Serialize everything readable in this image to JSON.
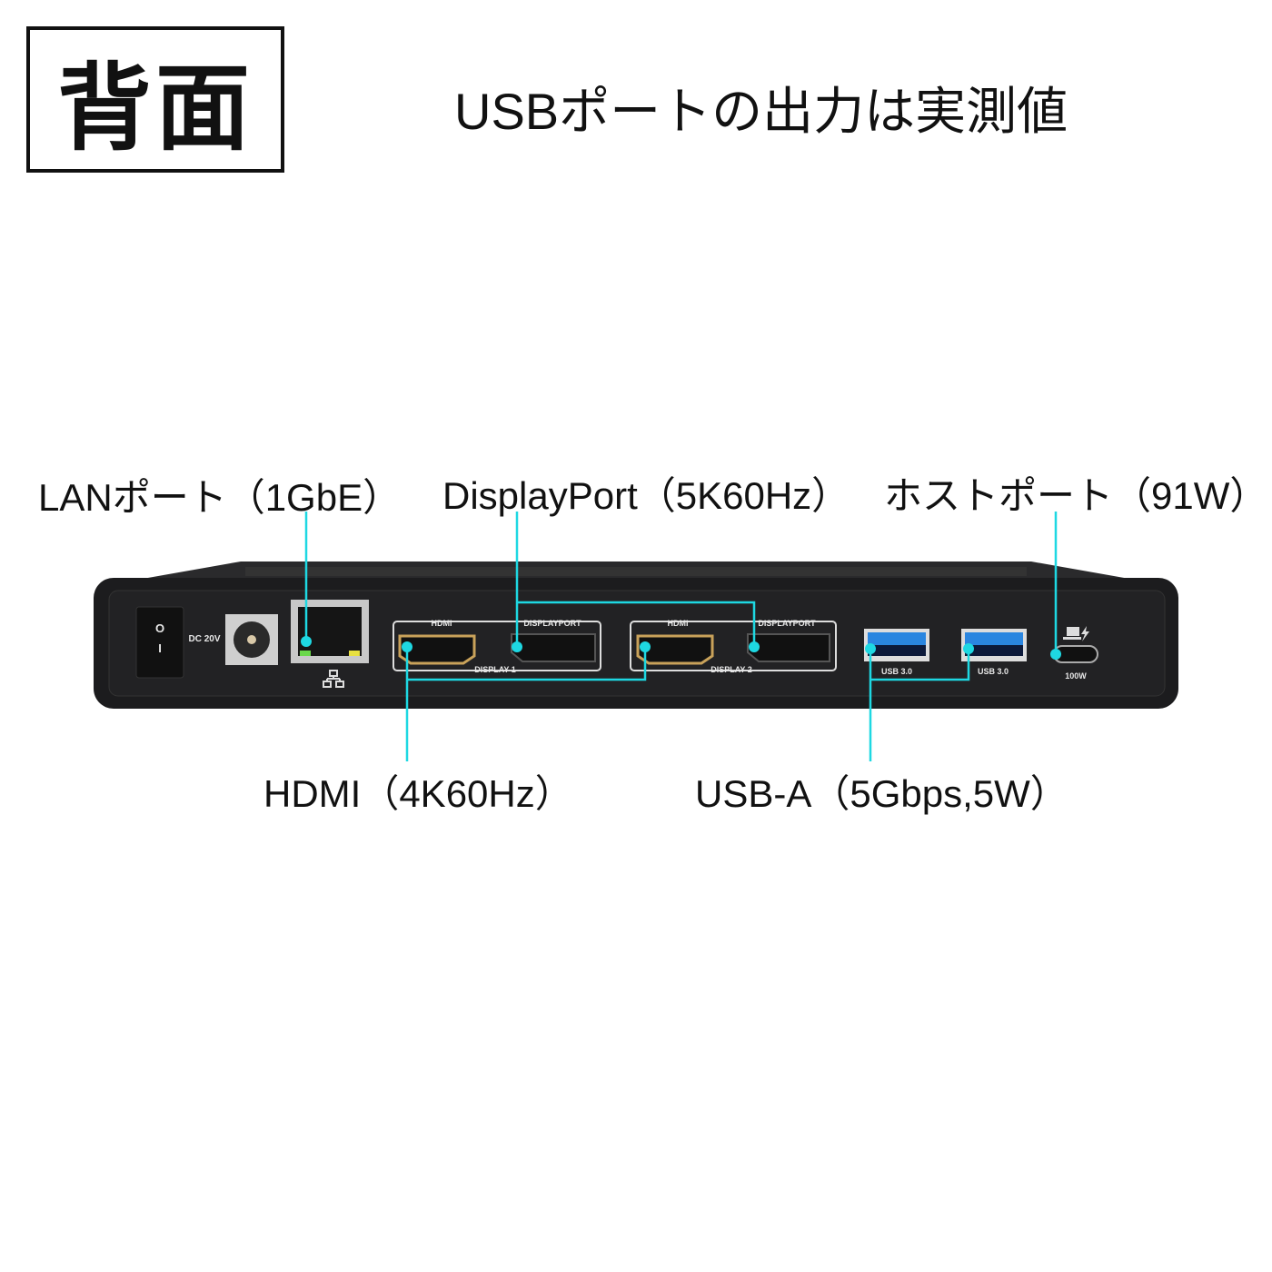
{
  "header": {
    "title": "背面",
    "subtitle": "USBポートの出力は実測値"
  },
  "callouts": {
    "lan": "LANポート（1GbE）",
    "displayport": "DisplayPort（5K60Hz）",
    "host": "ホストポート（91W）",
    "hdmi": "HDMI（4K60Hz）",
    "usba": "USB-A（5Gbps,5W）"
  },
  "device": {
    "dc": "DC 20V",
    "hdmi1": "HDMI",
    "dp1": "DISPLAYPORT",
    "display1": "DISPLAY 1",
    "hdmi2": "HDMI",
    "dp2": "DISPLAYPORT",
    "display2": "DISPLAY 2",
    "usb1": "USB 3.0",
    "usb2": "USB 3.0",
    "usbc": "100W",
    "switch_on": "I",
    "switch_off": "O"
  },
  "colors": {
    "callout": "#1ed8e2",
    "device": "#1c1c1e",
    "hdmi_gold": "#c9a25a",
    "usb_blue": "#2a86e0"
  },
  "icons": [
    "power-switch-icon",
    "network-icon",
    "laptop-charge-icon"
  ]
}
